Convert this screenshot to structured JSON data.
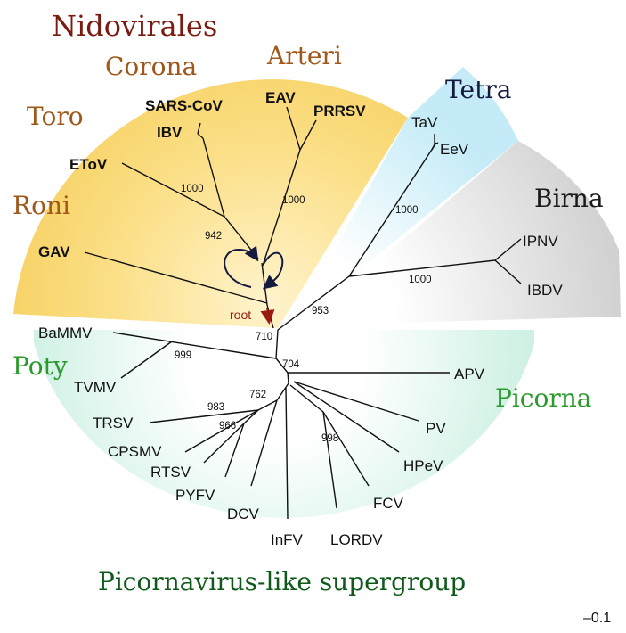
{
  "groups": {
    "nidovirales": "Nidovirales",
    "corona": "Corona",
    "arteri": "Arteri",
    "toro": "Toro",
    "roni": "Roni",
    "tetra": "Tetra",
    "birna": "Birna",
    "poty": "Poty",
    "picorna": "Picorna",
    "supergroup": "Picornavirus-like supergroup"
  },
  "colors": {
    "nidovirales": "#7a1a10",
    "subgroup": "#a0581a",
    "tetra": "#141a40",
    "birna": "#1a1a1a",
    "green_dark": "#0f5a1a",
    "green_light": "#2a9a2a",
    "yellow_bg": "#f8d66a",
    "tetra_bg": "#cdeef7",
    "birna_bg": "#d8d8d8",
    "picorna_bg": "#d6f3e8",
    "root": "#9a1a10",
    "arrows": "#141a40"
  },
  "taxa": {
    "sars": "SARS-CoV",
    "ibv": "IBV",
    "etov": "EToV",
    "gav": "GAV",
    "eav": "EAV",
    "prrsv": "PRRSV",
    "tav": "TaV",
    "eev": "EeV",
    "ipnv": "IPNV",
    "ibdv": "IBDV",
    "bammv": "BaMMV",
    "tvmv": "TVMV",
    "apv": "APV",
    "trsv": "TRSV",
    "cpsmv": "CPSMV",
    "rtsv": "RTSV",
    "pyfv": "PYFV",
    "dcv": "DCV",
    "infv": "InFV",
    "lordv": "LORDV",
    "fcv": "FCV",
    "hpev": "HPeV",
    "pv": "PV"
  },
  "bootstrap": {
    "corona": "1000",
    "nido_942": "942",
    "arteri": "1000",
    "tetra": "1000",
    "birna": "1000",
    "n953": "953",
    "n710": "710",
    "n704": "704",
    "poty": "999",
    "n762": "762",
    "n983": "983",
    "n966": "966",
    "n998": "998"
  },
  "root_label": "root",
  "scale_bar": "–0.1"
}
